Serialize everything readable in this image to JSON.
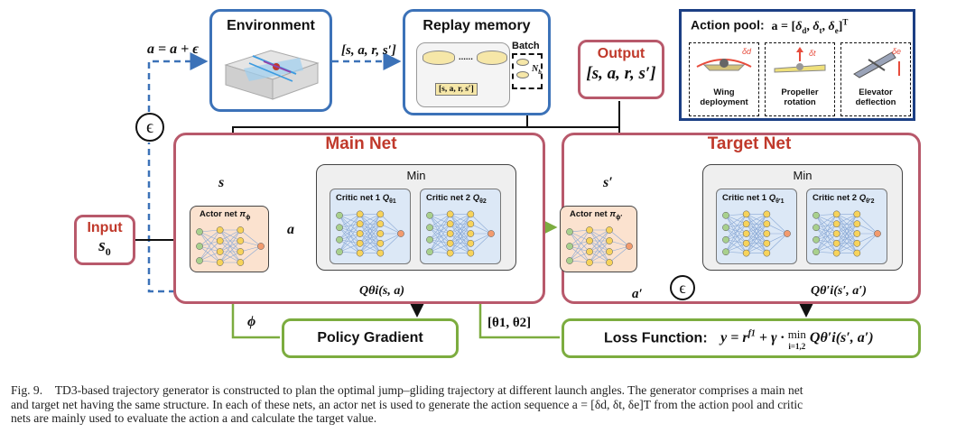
{
  "environment": {
    "title": "Environment"
  },
  "replay_memory": {
    "title": "Replay memory",
    "batch_label": "Batch",
    "nb_label": "N",
    "nb_sub": "b",
    "record_label": "[s, a, r, s′]",
    "dots": "......"
  },
  "exploration": {
    "equation": "a = a + ϵ",
    "epsilon": "ϵ"
  },
  "transition_label": "[s, a, r, s′]",
  "output": {
    "title": "Output",
    "value": "[s, a, r, s′]"
  },
  "action_pool": {
    "title": "Action pool:",
    "equation": "a = [δ",
    "equation_full": "a = [δd , δt , δe]T",
    "items": [
      {
        "label_line1": "Wing",
        "label_line2": "deployment",
        "symbol": "δd"
      },
      {
        "label_line1": "Propeller",
        "label_line2": "rotation",
        "symbol": "δt"
      },
      {
        "label_line1": "Elevator",
        "label_line2": "deflection",
        "symbol": "δe"
      }
    ]
  },
  "input": {
    "title": "Input",
    "value": "s",
    "value_sub": "0"
  },
  "main_net": {
    "title": "Main Net",
    "min_label": "Min",
    "actor_label": "Actor net",
    "actor_symbol": "π",
    "actor_sub": "ϕ",
    "critic1_label": "Critic net 1",
    "critic1_symbol": "Q",
    "critic1_sub": "θ1",
    "critic2_label": "Critic net 2",
    "critic2_symbol": "Q",
    "critic2_sub": "θ2",
    "s_label": "s",
    "a_label": "a",
    "q_output": "Qθi(s, a)"
  },
  "target_net": {
    "title": "Target Net",
    "min_label": "Min",
    "actor_label": "Actor net",
    "actor_symbol": "π",
    "actor_sub": "ϕ′",
    "critic1_label": "Critic net 1",
    "critic1_symbol": "Q",
    "critic1_sub": "θ′1",
    "critic2_label": "Critic net 2",
    "critic2_symbol": "Q",
    "critic2_sub": "θ′2",
    "s_label": "s′",
    "a_label": "a′",
    "epsilon": "ϵ",
    "q_output": "Qθ′i(s′, a′)"
  },
  "policy_gradient": {
    "title": "Policy Gradient",
    "phi_label": "ϕ"
  },
  "theta_label": "[θ1, θ2]",
  "loss_function": {
    "title": "Loss Function:",
    "equation_lhs": "y = r",
    "equation_sup": "f1",
    "equation_mid": " + γ · ",
    "min_word": "min",
    "min_sub": "i=1,2",
    "equation_rhs": "Qθ′i(s′, a′)"
  },
  "caption": {
    "label": "Fig. 9.",
    "line1": "TD3-based trajectory generator is constructed to plan the optimal jump–gliding trajectory at different launch angles. The generator comprises a main net",
    "line2": "and target net having the same structure. In each of these nets, an actor net is used to generate the action sequence a = [δd, δt, δe]T from the action pool and critic",
    "line3": "nets are mainly used to evaluate the action a and calculate the target value."
  },
  "colors": {
    "blue": "#3c72b8",
    "red": "#b8596b",
    "green": "#7cac3f",
    "navy": "#1c3f84",
    "actor_fill": "#fbe2cf",
    "critic_fill": "#dce8f6",
    "gray_fill": "#efefef",
    "node_green": "#a8d08d",
    "node_yellow": "#f7d35b",
    "node_orange": "#f29b6e"
  }
}
